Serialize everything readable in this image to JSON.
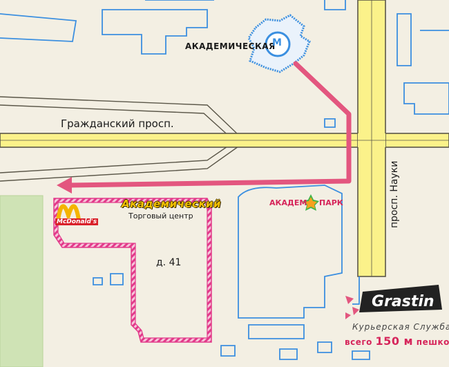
{
  "labels": {
    "metro_station": "АКАДЕМИЧЕСКАЯ",
    "metro_logo": "М",
    "street_main": "Гражданский просп.",
    "street_cross": "просп. Науки",
    "mall_name": "Академический",
    "mall_subtitle": "Торговый центр",
    "house_number": "д. 41",
    "park_left": "АКАДЕМ",
    "park_right": "ПАРК",
    "mcdonalds": "McDonald's",
    "brand": "Grastin",
    "brand_subtitle": "Курьерская Служба",
    "walk_prefix": "всего",
    "walk_distance": "150 м",
    "walk_suffix": "пешком"
  },
  "colors": {
    "background": "#f3efe3",
    "road_fill": "#fbf28a",
    "road_edge": "#5a5648",
    "building_outline": "#3b8fe0",
    "route": "#e3567f",
    "mall_outline": "#e23a8a",
    "park_area": "#cfe3b5",
    "mcdonalds_arch": "#f4b400",
    "brand_badge": "#222222"
  }
}
